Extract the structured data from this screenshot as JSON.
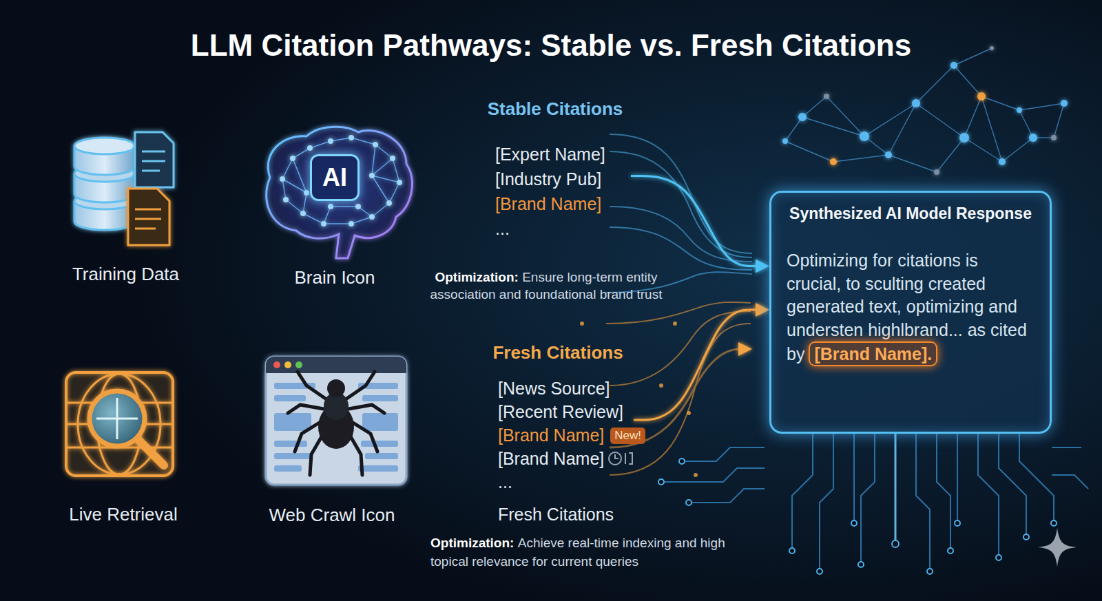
{
  "diagram": {
    "title": "LLM Citation Pathways: Stable vs. Fresh Citations",
    "nodes": [
      {
        "text": [
          "Training Data"
        ]
      },
      {
        "text": [
          "AI",
          "Brain Icon"
        ]
      },
      {
        "text": [
          "Stable Citations",
          "[Expert Name]",
          "[Industry Pub]",
          "[Brand Name]",
          "..."
        ]
      },
      {
        "text": [
          "Synthesized AI Model Response",
          "Optimizing for citations is crucial, to sculting created generated text, optimizing and understen highlbrand... as cited by"
        ]
      },
      {
        "text": [
          "[Brand Name]."
        ],
        "in": 3
      },
      {
        "text": [
          "Live Retrieval"
        ]
      },
      {
        "text": [
          "Web Crawl Icon"
        ]
      },
      {
        "text": [
          "Fresh Citations",
          "[News Source]",
          "[Recent Review]",
          "[Brand Name]",
          "New!",
          "[Brand Name]",
          "...",
          "Fresh Citations"
        ]
      }
    ],
    "edges": [
      {
        "from": 0,
        "to": 1,
        "arrow": "to"
      },
      {
        "from": 1,
        "to": 2,
        "arrow": "to"
      },
      {
        "from": 2,
        "to": 3,
        "arrow": "to"
      },
      {
        "from": 5,
        "to": 6,
        "arrow": "to"
      },
      {
        "from": 6,
        "to": 7,
        "arrow": "to"
      },
      {
        "from": 7,
        "to": 3,
        "arrow": "to"
      }
    ],
    "labels": [
      "Optimization:",
      "Ensure long-term entity association and foundational brand trust",
      "Optimization:",
      "Achieve real-time indexing and high topical relevance for current queries"
    ]
  }
}
